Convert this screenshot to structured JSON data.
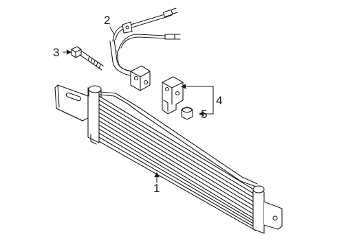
{
  "callouts": {
    "c1": "1",
    "c2": "2",
    "c3": "3",
    "c4": "4",
    "c5": "5"
  },
  "colors": {
    "line": "#1a1a1a",
    "fill": "#ffffff"
  }
}
